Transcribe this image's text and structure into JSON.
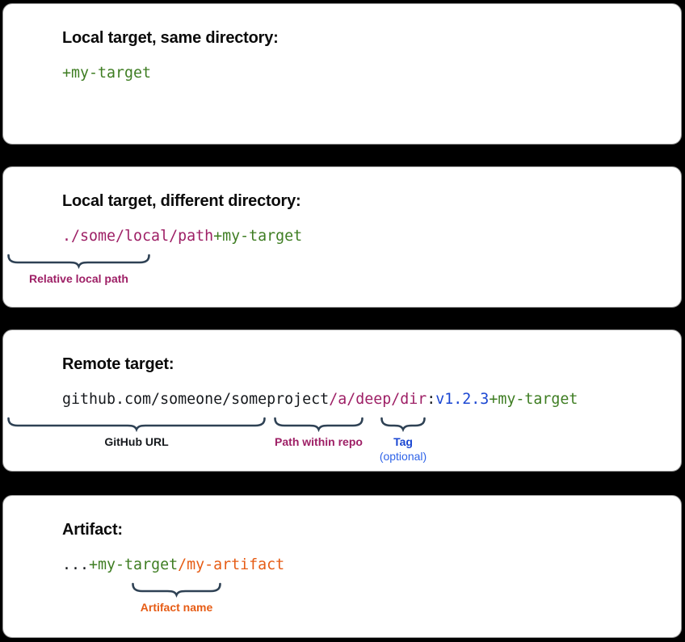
{
  "colors": {
    "page_bg": "#000000",
    "card_bg": "#ffffff",
    "card_border": "#979797",
    "heading": "#0a0a0a",
    "dark": "#16191d",
    "green": "#3e7d22",
    "magenta": "#9e2066",
    "blue": "#1a46d2",
    "blue_light": "#2e63e8",
    "orange": "#e65c15",
    "brace": "#2e4154"
  },
  "cards": [
    {
      "title": "Local target, same directory:",
      "segments": [
        {
          "text": "+my-target",
          "color": "green"
        }
      ]
    },
    {
      "title": "Local target, different directory:",
      "segments": [
        {
          "text": "./some/local/path",
          "color": "magenta",
          "annotation": {
            "label": "Relative local path",
            "color": "magenta"
          }
        },
        {
          "text": "+my-target",
          "color": "green"
        }
      ]
    },
    {
      "title": "Remote target:",
      "segments": [
        {
          "text": "github.com/someone/someproject",
          "color": "dark",
          "annotation": {
            "label": "GitHub URL",
            "color": "dark"
          }
        },
        {
          "text": "/a/deep/dir",
          "color": "magenta",
          "annotation": {
            "label": "Path within repo",
            "color": "magenta"
          }
        },
        {
          "text": ":",
          "color": "dark"
        },
        {
          "text": "v1.2.3",
          "color": "blue",
          "annotation": {
            "label": "Tag",
            "sublabel": "(optional)",
            "color": "blue"
          }
        },
        {
          "text": "+my-target",
          "color": "green"
        }
      ]
    },
    {
      "title": "Artifact:",
      "segments": [
        {
          "text": "...",
          "color": "dark"
        },
        {
          "text": "+my-target",
          "color": "green"
        },
        {
          "text": "/",
          "color": "orange"
        },
        {
          "text": "my-artifact",
          "color": "orange",
          "annotation": {
            "label": "Artifact name",
            "color": "orange"
          }
        }
      ]
    }
  ]
}
